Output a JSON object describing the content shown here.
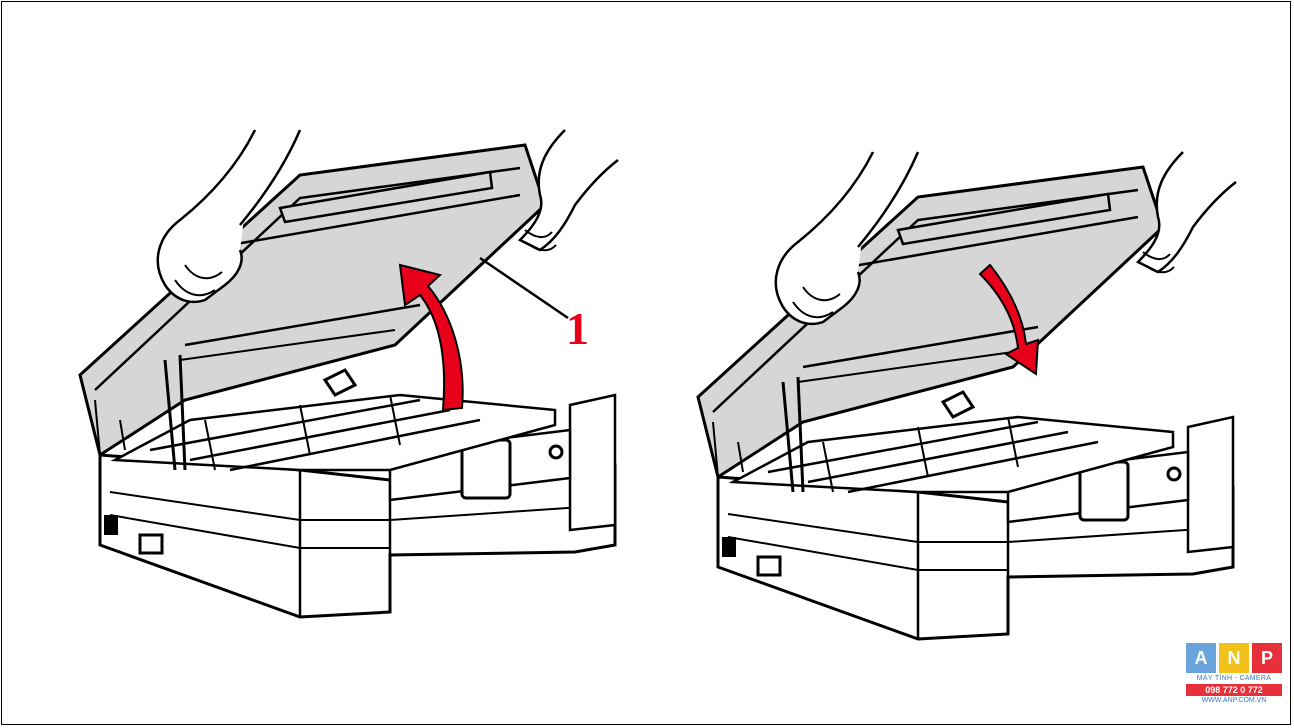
{
  "figure": {
    "callout_label": "1",
    "panels": [
      {
        "name": "opening",
        "arrow_direction": "up"
      },
      {
        "name": "closing",
        "arrow_direction": "down"
      }
    ]
  },
  "colors": {
    "arrow": "#e8001b",
    "callout": "#e8001b",
    "cover_fill": "#d6d6d6",
    "line": "#000000"
  },
  "watermark": {
    "letters": [
      "A",
      "N",
      "P"
    ],
    "letter_colors": [
      "#6aa4dc",
      "#f2c21a",
      "#e8303a"
    ],
    "tagline": "MÁY TÍNH - CAMERA",
    "phone": "098 772 0 772",
    "url": "WWW.ANP.COM.VN",
    "text_color": "#3a78c2",
    "phone_bg": "#e8303a"
  }
}
